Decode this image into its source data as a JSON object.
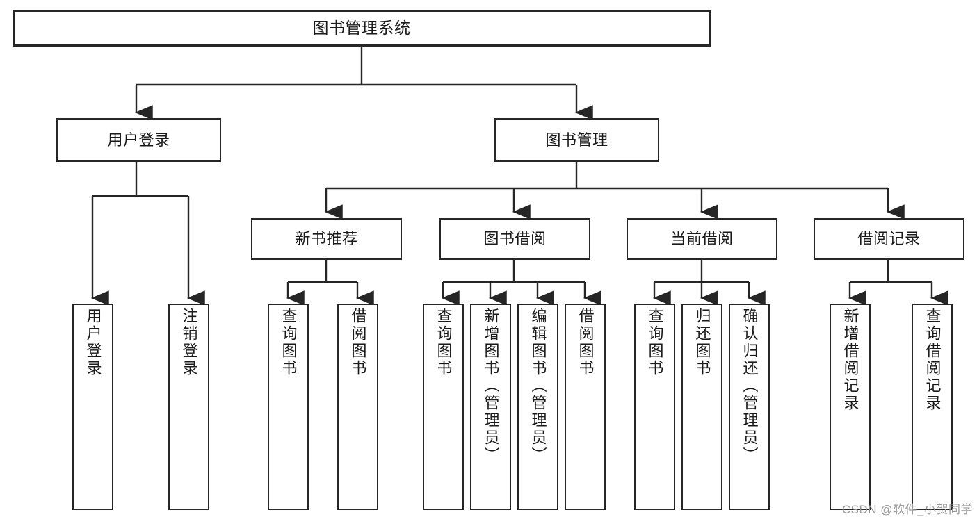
{
  "diagram": {
    "title": "图书管理系统",
    "type": "tree-hierarchy-chart",
    "colors": {
      "node_border": "#262626",
      "node_fill": "#ffffff",
      "edge": "#262626",
      "text": "#1a1a1a",
      "watermark": "#9a9a9a",
      "background": "#ffffff"
    },
    "levels": {
      "root": {
        "label": "图书管理系统"
      },
      "level2": [
        {
          "label": "用户登录"
        },
        {
          "label": "图书管理"
        }
      ],
      "level3": [
        {
          "label": "新书推荐"
        },
        {
          "label": "图书借阅"
        },
        {
          "label": "当前借阅"
        },
        {
          "label": "借阅记录"
        }
      ],
      "leaves": {
        "user_login": [
          {
            "label": "用户登录"
          },
          {
            "label": "注销登录"
          }
        ],
        "new_book_recommend": [
          {
            "label": "查询图书"
          },
          {
            "label": "借阅图书"
          }
        ],
        "book_borrow": [
          {
            "label": "查询图书"
          },
          {
            "label": "新增图书（管理员）"
          },
          {
            "label": "编辑图书（管理员）"
          },
          {
            "label": "借阅图书"
          }
        ],
        "current_borrow": [
          {
            "label": "查询图书"
          },
          {
            "label": "归还图书"
          },
          {
            "label": "确认归还（管理员）"
          }
        ],
        "borrow_record": [
          {
            "label": "新增借阅记录"
          },
          {
            "label": "查询借阅记录"
          }
        ]
      }
    },
    "watermark": "CSDN @软件_小贺同学"
  }
}
